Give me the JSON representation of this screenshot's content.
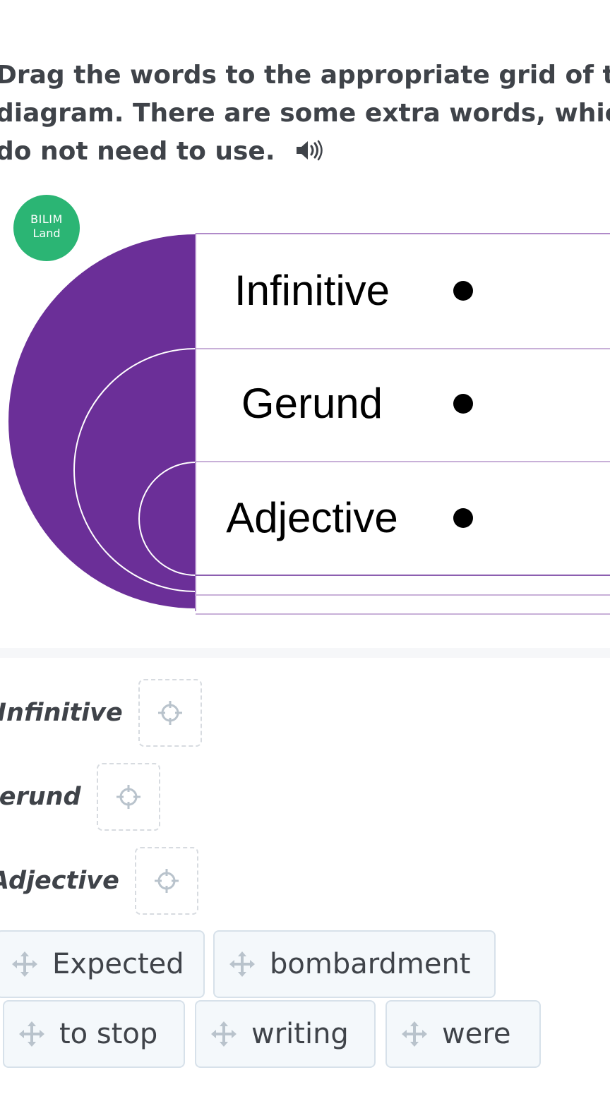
{
  "instruction": {
    "lines": [
      "Drag the words to the appropriate grid of the",
      "diagram. There are some extra words, which",
      "do not need to use."
    ],
    "audio_icon": "speaker-icon"
  },
  "logo": {
    "line1": "BILIM",
    "line2": "Land"
  },
  "diagram": {
    "rows": [
      {
        "label": "Infinitive"
      },
      {
        "label": "Gerund"
      },
      {
        "label": "Adjective"
      }
    ],
    "colors": {
      "primary": "#6b2f98",
      "border": "#b08ac9",
      "bullet": "#000000"
    }
  },
  "drop_targets": [
    {
      "label": "Infinitive",
      "icon": "crosshair-icon"
    },
    {
      "label": "Gerund",
      "icon": "crosshair-icon"
    },
    {
      "label": "Adjective",
      "icon": "crosshair-icon"
    }
  ],
  "word_bank": [
    {
      "text": "Expected",
      "icon": "move-icon"
    },
    {
      "text": "bombardment",
      "icon": "move-icon"
    },
    {
      "text": "to stop",
      "icon": "move-icon"
    },
    {
      "text": "writing",
      "icon": "move-icon"
    },
    {
      "text": "were",
      "icon": "move-icon"
    }
  ]
}
